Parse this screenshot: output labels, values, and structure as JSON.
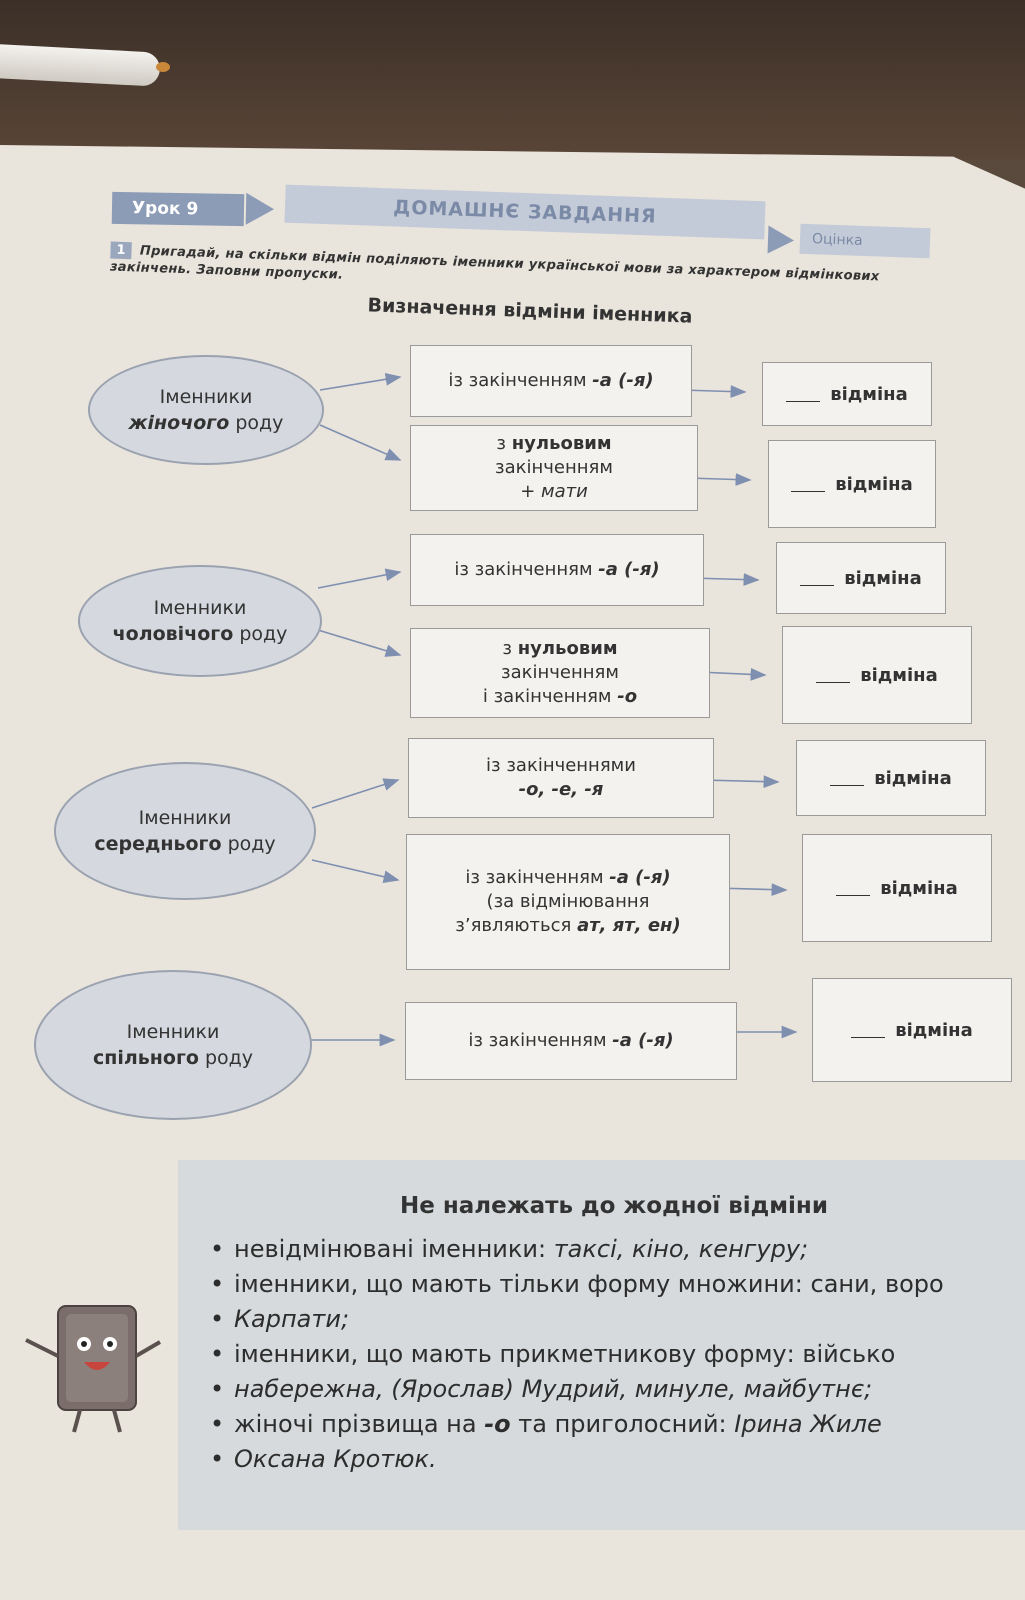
{
  "header": {
    "lesson": "Урок 9",
    "homework": "ДОМАШНЄ ЗАВДАННЯ",
    "grade": "Оцінка"
  },
  "task": {
    "number": "1",
    "text": "Пригадай, на скільки відмін поділяють іменники української мови за характером відмінкових закінчень. Заповни пропуски."
  },
  "diagram": {
    "title": "Визначення відміни іменника",
    "groups": [
      {
        "line1": "Іменники",
        "line2": "жіночого",
        "line3": "роду"
      },
      {
        "line1": "Іменники",
        "line2": "чоловічого",
        "line3": "роду"
      },
      {
        "line1": "Іменники",
        "line2": "середнього",
        "line3": "роду"
      },
      {
        "line1": "Іменники",
        "line2": "спільного",
        "line3": "роду"
      }
    ],
    "endings": {
      "f1": {
        "a": "із закінченням",
        "b": "-а (-я)"
      },
      "f2": {
        "a": "з",
        "b": "нульовим",
        "c": "закінченням",
        "d": "+ мати"
      },
      "m1": {
        "a": "із закінченням",
        "b": "-а (-я)"
      },
      "m2": {
        "a": "з",
        "b": "нульовим",
        "c": "закінченням",
        "d": "і закінченням",
        "e": "-о"
      },
      "n1": {
        "a": "із закінченнями",
        "b": "-о, -е, -я"
      },
      "n2": {
        "a": "із закінченням",
        "b": "-а (-я)",
        "c": "(за відмінювання",
        "d": "з’являються",
        "e": "ат, ят, ен)"
      },
      "c1": {
        "a": "із закінченням",
        "b": "-а (-я)"
      }
    },
    "result_label": "відміна"
  },
  "info": {
    "title": "Не належать до жодної відміни",
    "items": [
      {
        "text": "невідмінювані іменники: ",
        "example": "таксі, кіно, кенгуру;"
      },
      {
        "text": "іменники, що мають тільки форму множини: сани, воро",
        "example": ""
      },
      {
        "text": "",
        "example": "Карпати;"
      },
      {
        "text": "іменники, що мають прикметникову форму: військо",
        "example": ""
      },
      {
        "text": "",
        "example": "набережна, (Ярослав) Мудрий, минуле, майбутнє;"
      },
      {
        "text": "жіночі прізвища на ",
        "bold": "-о",
        "text2": " та приголосний: ",
        "example": "Ірина Жиле"
      },
      {
        "text": "",
        "example": "Оксана Кротюк."
      }
    ]
  }
}
